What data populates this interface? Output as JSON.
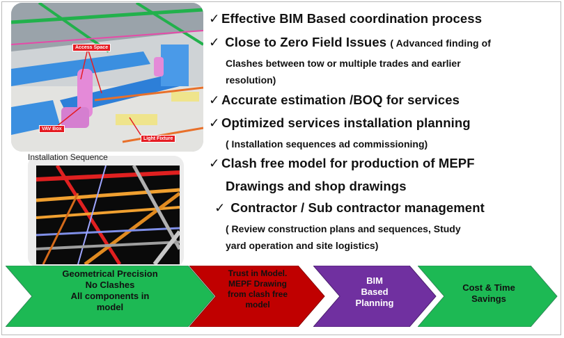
{
  "image_top": {
    "callouts": {
      "access_space": "Access Space",
      "vav_box": "VAV Box",
      "light_fixture": "Light Fixture"
    }
  },
  "image_bottom": {
    "caption": "Installation Sequence"
  },
  "checklist": [
    {
      "title": "Effective BIM Based coordination process",
      "detail": ""
    },
    {
      "title": "Close to Zero Field Issues",
      "inline": "( Advanced finding of",
      "detail_lines": [
        "Clashes between tow or multiple trades and earlier",
        "resolution)"
      ]
    },
    {
      "title": "Accurate estimation /BOQ for services"
    },
    {
      "title": "Optimized services installation planning",
      "detail_lines": [
        "( Installation sequences  ad commissioning)"
      ]
    },
    {
      "title_lines": [
        "Clash free model for production of MEPF",
        "Drawings and shop drawings"
      ]
    },
    {
      "title": "Contractor / Sub contractor management",
      "detail_lines": [
        "( Review construction plans and sequences, Study",
        "yard operation and site logistics)"
      ]
    }
  ],
  "check_glyph": "✓",
  "process_arrows": [
    {
      "lines": [
        "Geometrical Precision",
        "No Clashes",
        "All components in",
        "model"
      ],
      "color": "#1db954"
    },
    {
      "lines": [
        "Trust in Model.",
        "MEPF Drawing",
        "from clash free",
        "model"
      ],
      "color": "#c00000"
    },
    {
      "lines": [
        "BIM",
        "Based",
        "Planning"
      ],
      "color": "#7030a0"
    },
    {
      "lines": [
        "Cost & Time",
        "Savings"
      ],
      "color": "#1db954"
    }
  ]
}
